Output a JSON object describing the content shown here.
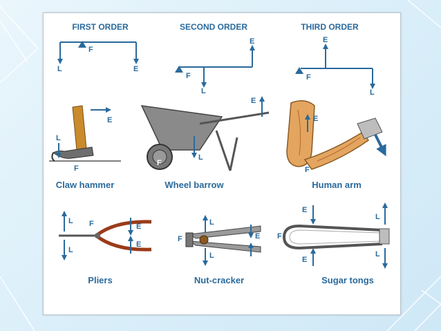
{
  "headings": {
    "first": "FIRST ORDER",
    "second": "SECOND ORDER",
    "third": "THIRD ORDER"
  },
  "symbols": {
    "fulcrum": "F",
    "load": "L",
    "effort": "E"
  },
  "captions": {
    "claw_hammer": "Claw hammer",
    "wheel_barrow": "Wheel barrow",
    "human_arm": "Human arm",
    "pliers": "Pliers",
    "nut_cracker": "Nut-cracker",
    "sugar_tongs": "Sugar tongs"
  },
  "colors": {
    "label": "#2a6a9c",
    "arrow": "#2a6a9c",
    "wood": "#c98b2c",
    "metal": "#6e6e6e",
    "barrow": "#8a8a8a",
    "skin": "#e3a560",
    "handle_red": "#9b3b1a"
  }
}
